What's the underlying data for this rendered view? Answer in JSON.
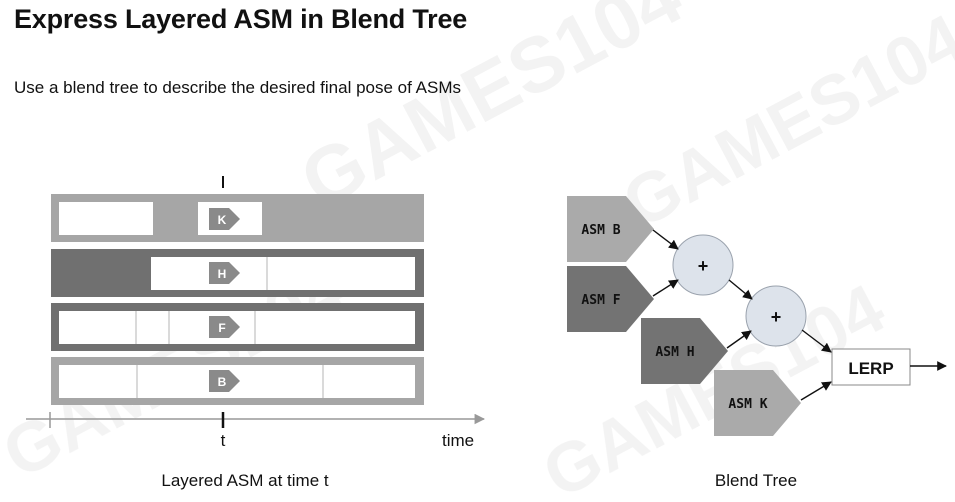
{
  "title": "Express Layered ASM in Blend Tree",
  "subtitle": "Use a blend tree to describe the desired final pose of ASMs",
  "watermark": "GAMES104",
  "layered_asm": {
    "caption": "Layered ASM at time t",
    "time_marker": "t",
    "axis_label": "time",
    "layers": [
      {
        "state": "K"
      },
      {
        "state": "H"
      },
      {
        "state": "F"
      },
      {
        "state": "B"
      }
    ]
  },
  "blend_tree": {
    "caption": "Blend Tree",
    "inputs": {
      "b": "ASM B",
      "f": "ASM F",
      "h": "ASM H",
      "k": "ASM K"
    },
    "add_symbol": "+",
    "lerp_label": "LERP"
  },
  "colors": {
    "frame_light": "#a6a6a6",
    "frame_dark": "#707070",
    "state_tag": "#8a8a8a",
    "asm_light": "#aaaaaa",
    "asm_dark": "#737373",
    "plus_node": "#dde3eb"
  }
}
